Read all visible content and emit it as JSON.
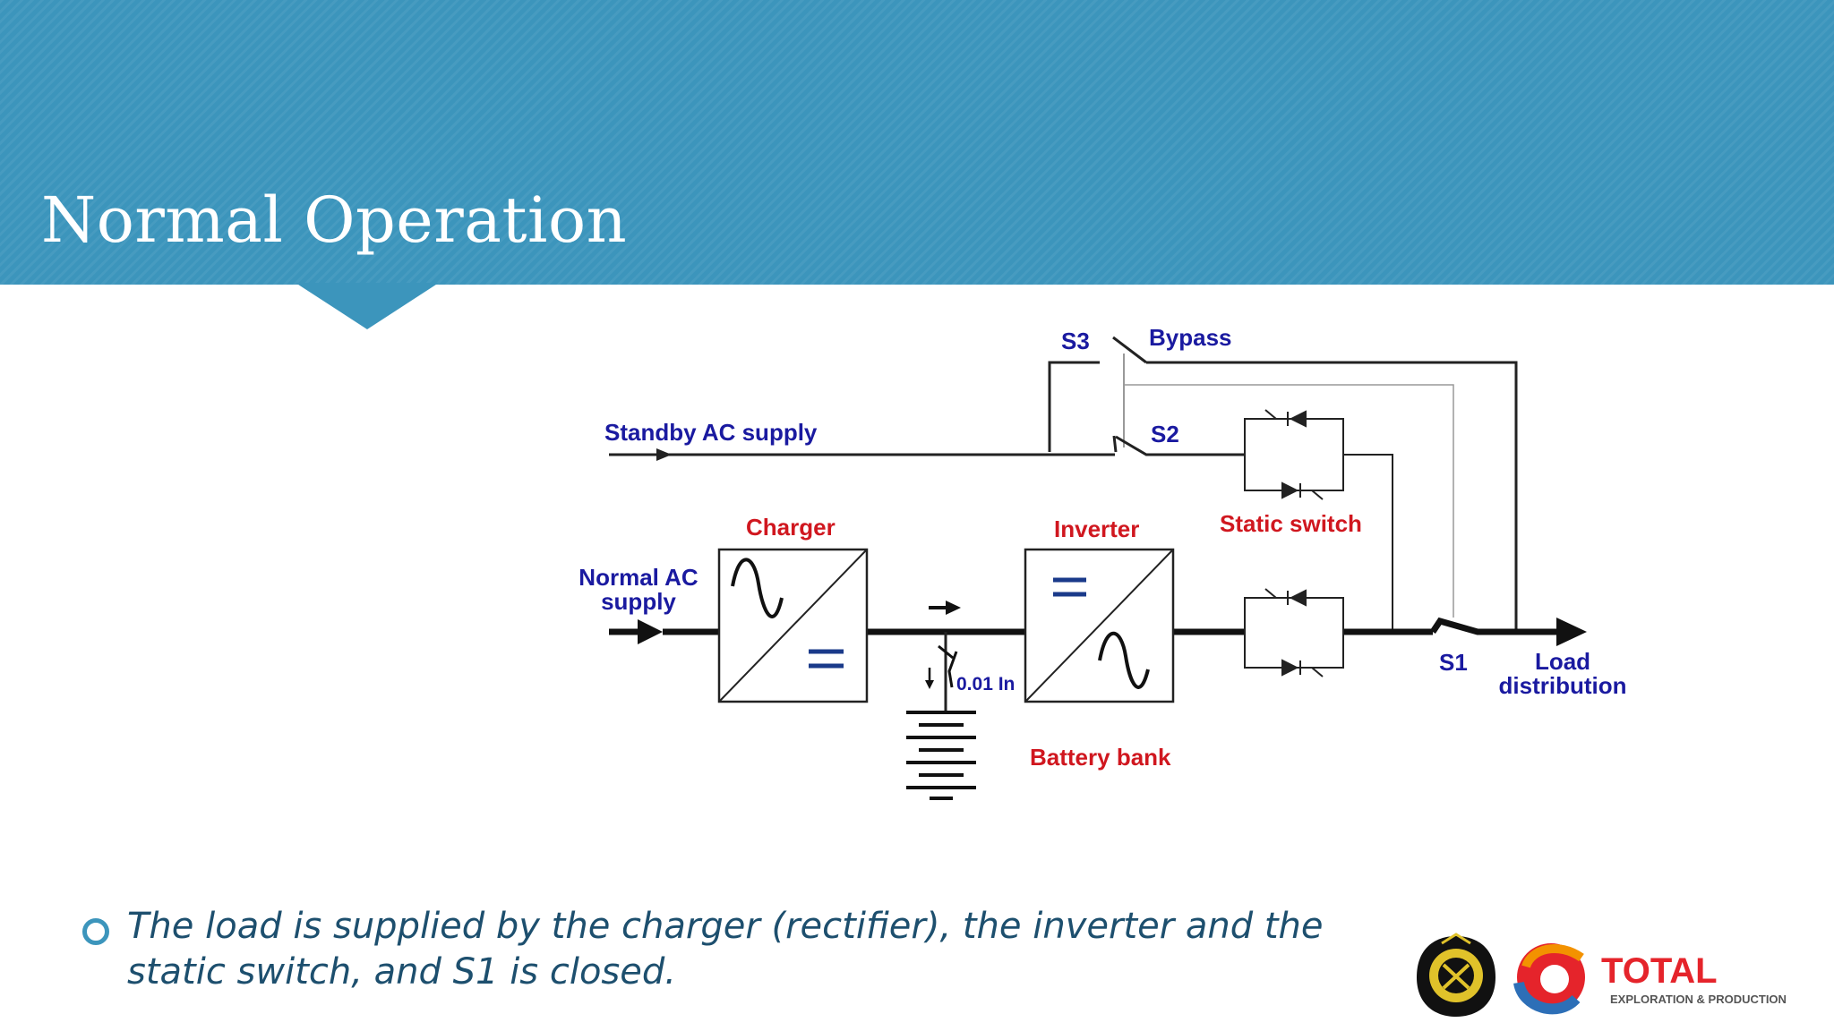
{
  "slide": {
    "title": "Normal Operation",
    "bullet_lines": [
      "The load is supplied by the charger (rectifier), the inverter and the",
      "static switch, and S1 is closed."
    ]
  },
  "diagram": {
    "labels": {
      "s3": "S3",
      "bypass": "Bypass",
      "standby": "Standby AC supply",
      "s2": "S2",
      "static_switch": "Static switch",
      "charger": "Charger",
      "inverter": "Inverter",
      "normal_ac_1": "Normal AC",
      "normal_ac_2": "supply",
      "rating": "0.01 In",
      "battery_bank": "Battery bank",
      "s1": "S1",
      "load_1": "Load",
      "load_2": "distribution"
    }
  },
  "logos": {
    "brand_name": "TOTAL",
    "brand_tagline": "EXPLORATION & PRODUCTION"
  },
  "colors": {
    "header": "#3c95bc",
    "bullet_text": "#1d4f6e",
    "label_blue": "#1a1aa0",
    "label_red": "#d0171f"
  }
}
